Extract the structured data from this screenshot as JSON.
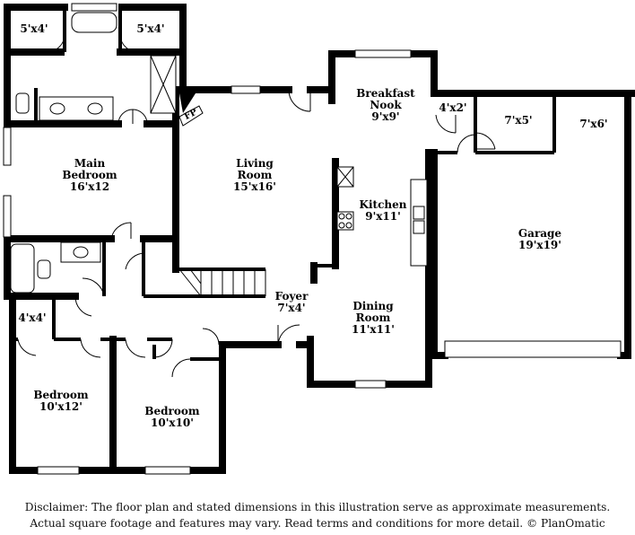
{
  "rooms": {
    "closet_left": {
      "dim": "5'x4'"
    },
    "closet_right": {
      "dim": "5'x4'"
    },
    "main_bedroom": {
      "name1": "Main",
      "name2": "Bedroom",
      "dim": "16'x12"
    },
    "living_room": {
      "name1": "Living",
      "name2": "Room",
      "dim": "15'x16'"
    },
    "fireplace": {
      "label": "FP"
    },
    "breakfast_nook": {
      "name1": "Breakfast",
      "name2": "Nook",
      "dim": "9'x9'"
    },
    "kitchen": {
      "name": "Kitchen",
      "dim": "9'x11'"
    },
    "pantry": {
      "dim": "4'x2'"
    },
    "storage_a": {
      "dim": "7'x5'"
    },
    "storage_b": {
      "dim": "7'x6'"
    },
    "garage": {
      "name": "Garage",
      "dim": "19'x19'"
    },
    "foyer": {
      "name": "Foyer",
      "dim": "7'x4'"
    },
    "dining_room": {
      "name1": "Dining",
      "name2": "Room",
      "dim": "11'x11'"
    },
    "hall_closet": {
      "dim": "4'x4'"
    },
    "bedroom_1": {
      "name": "Bedroom",
      "dim": "10'x12'"
    },
    "bedroom_2": {
      "name": "Bedroom",
      "dim": "10'x10'"
    }
  },
  "disclaimer": {
    "line1": "Disclaimer: The floor plan and stated dimensions in this illustration serve as approximate measurements.",
    "line2": "Actual square footage and features may vary. Read terms and conditions for more detail. © PlanOmatic"
  }
}
